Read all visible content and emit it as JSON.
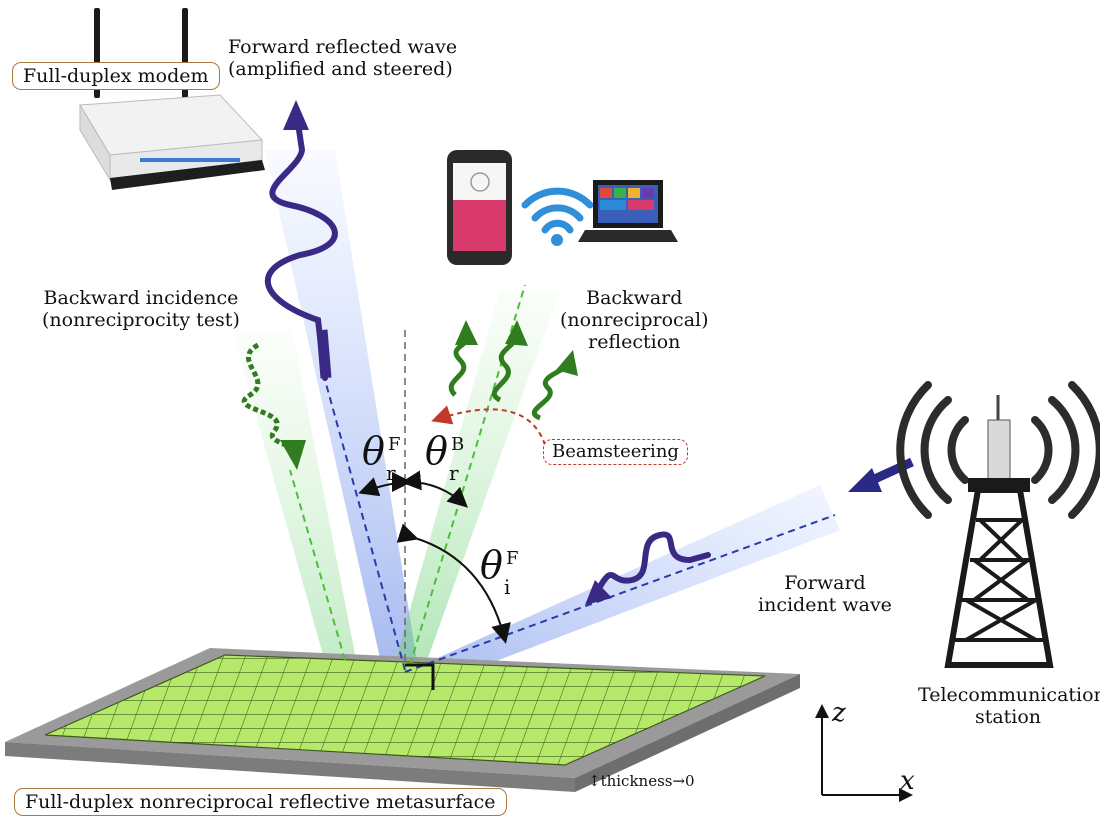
{
  "labels": {
    "modem": "Full-duplex modem",
    "forward_reflected": [
      "Forward reflected wave",
      "(amplified and steered)"
    ],
    "backward_incidence": [
      "Backward incidence",
      "(nonreciprocity test)"
    ],
    "backward_reflection": [
      "Backward",
      "(nonreciprocal)",
      "reflection"
    ],
    "beamsteering": "Beamsteering",
    "forward_incident": [
      "Forward",
      "incident wave"
    ],
    "station": [
      "Telecommunication",
      "station"
    ],
    "metasurface": "Full-duplex nonreciprocal reflective metasurface",
    "thickness": "↕thickness→0"
  },
  "angles": {
    "theta_r_F": {
      "symbol": "θ",
      "sub": "r",
      "sup": "F"
    },
    "theta_r_B": {
      "symbol": "θ",
      "sub": "r",
      "sup": "B"
    },
    "theta_i_F": {
      "symbol": "θ",
      "sub": "i",
      "sup": "F"
    }
  },
  "axes": {
    "z": "z",
    "x": "x"
  },
  "colors": {
    "forward_wave": "#3a2a86",
    "backward_wave": "#2f7d1e",
    "beam_blue": "#5b7fe0",
    "beam_green": "#7ed47a",
    "metasurface_fill": "#b6e86a",
    "metasurface_grid": "#3c5a1c",
    "slab": "#8e8e8e",
    "beamsteer_red": "#c0392b"
  },
  "icons": [
    "wifi-router-icon",
    "smartphone-icon",
    "wifi-signal-icon",
    "laptop-icon",
    "cell-tower-icon"
  ]
}
